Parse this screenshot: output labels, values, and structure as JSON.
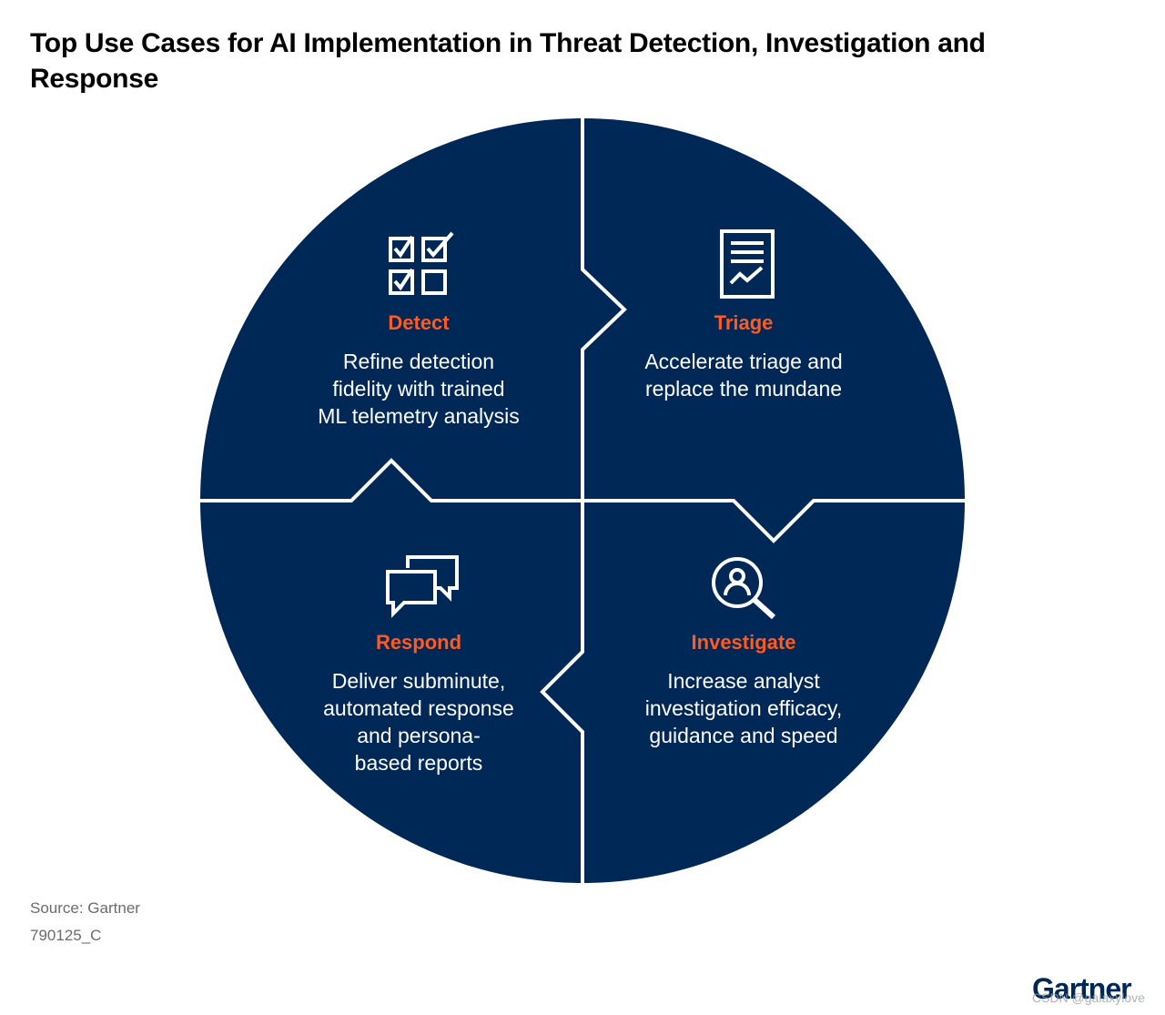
{
  "title": "Top Use Cases for AI Implementation in Threat Detection, Investigation and Response",
  "colors": {
    "circle_fill": "#002856",
    "divider": "#ffffff",
    "accent": "#ff5a1f",
    "text": "#ffffff"
  },
  "quadrants": [
    {
      "key": "detect",
      "icon": "checklist-icon",
      "title": "Detect",
      "lines": [
        "Refine detection",
        "fidelity with trained",
        "ML telemetry analysis"
      ]
    },
    {
      "key": "triage",
      "icon": "document-chart-icon",
      "title": "Triage",
      "lines": [
        "Accelerate triage and",
        "replace the mundane"
      ]
    },
    {
      "key": "respond",
      "icon": "chat-bubbles-icon",
      "title": "Respond",
      "lines": [
        "Deliver subminute,",
        "automated response",
        "and persona-",
        "based reports"
      ]
    },
    {
      "key": "investigate",
      "icon": "magnifier-person-icon",
      "title": "Investigate",
      "lines": [
        "Increase analyst",
        "investigation efficacy,",
        "guidance and speed"
      ]
    }
  ],
  "footer": {
    "source": "Source: Gartner",
    "code": "790125_C",
    "brand": "Gartner",
    "watermark": "CSDN @galaxylove"
  }
}
